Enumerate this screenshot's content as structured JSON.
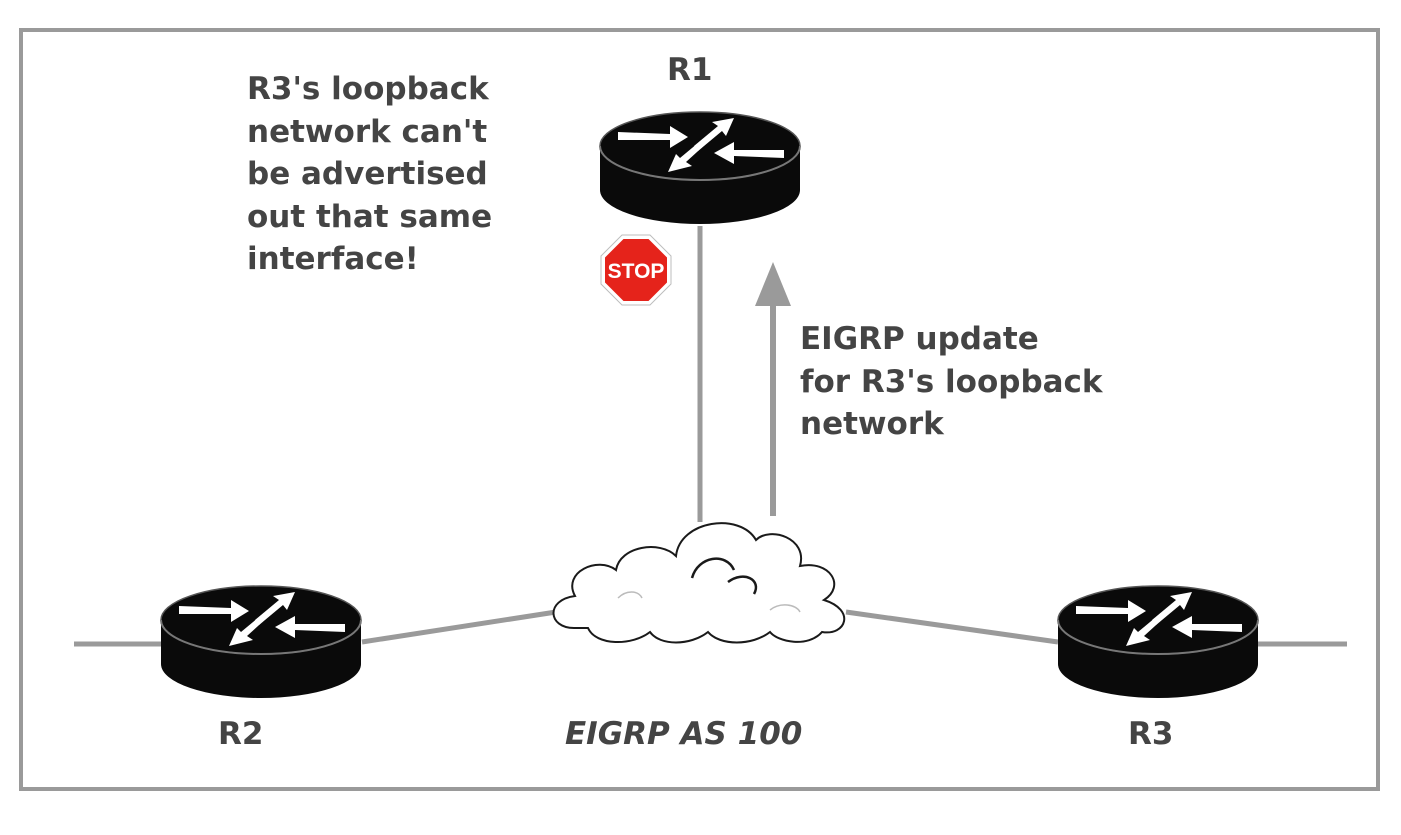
{
  "diagram": {
    "routers": [
      {
        "id": "r1",
        "label": "R1"
      },
      {
        "id": "r2",
        "label": "R2"
      },
      {
        "id": "r3",
        "label": "R3"
      }
    ],
    "split_horizon_note": "R3's loopback\nnetwork can't\nbe advertised\nout that same\ninterface!",
    "update_note": "EIGRP update\nfor R3's loopback\nnetwork",
    "stop_sign": "STOP",
    "autonomous_system": "EIGRP AS 100"
  },
  "colors": {
    "link": "#9a9a9a",
    "text": "#444444",
    "border": "#9a9a9a",
    "router_body": "#0a0a0a",
    "stop_sign": "#e5231b"
  },
  "icons": [
    "router-icon",
    "cloud-icon",
    "stop-sign-icon",
    "arrow-up-icon"
  ]
}
